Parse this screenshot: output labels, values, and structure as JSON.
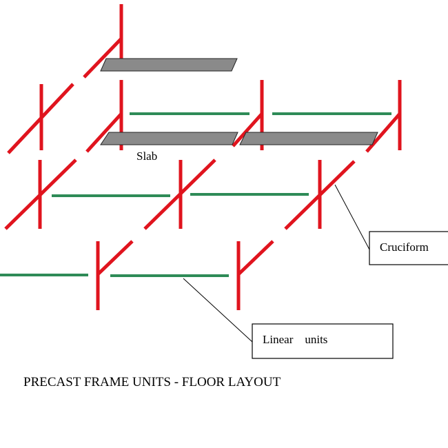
{
  "labels": {
    "slab": "Slab",
    "cruciform": "Cruciform",
    "linear_units": "Linear    units",
    "title": "PRECAST FRAME UNITS - FLOOR LAYOUT"
  },
  "colors": {
    "column_and_beam": "#e0141e",
    "linear_unit": "#2e8b57",
    "slab_fill": "#8a8a8a"
  }
}
